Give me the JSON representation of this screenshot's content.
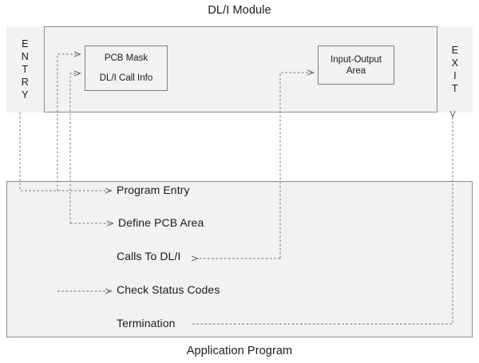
{
  "diagram": {
    "top_caption": "DL/I Module",
    "bottom_caption": "Application Program",
    "entry_band": {
      "label": "ENTRY",
      "letters": [
        "E",
        "N",
        "T",
        "R",
        "Y"
      ]
    },
    "exit_band": {
      "label": "EXIT",
      "letters": [
        "E",
        "X",
        "I",
        "T"
      ]
    },
    "module_nodes": {
      "pcb_box": {
        "line1": "PCB Mask",
        "line2": "DL/I Call Info"
      },
      "io_box": {
        "line1": "Input-Output",
        "line2": "Area"
      }
    },
    "program_steps": [
      {
        "label": "Program Entry"
      },
      {
        "label": "Define PCB Area"
      },
      {
        "label": "Calls To DL/I"
      },
      {
        "label": "Check Status Codes"
      },
      {
        "label": "Termination"
      }
    ],
    "colors": {
      "panel_fill": "#f2f2f2",
      "panel_border": "#8c8c8c",
      "node_border": "#7d7d7d",
      "wire": "#8a8a8a",
      "text": "#1b1b1b",
      "background": "#ffffff"
    }
  }
}
